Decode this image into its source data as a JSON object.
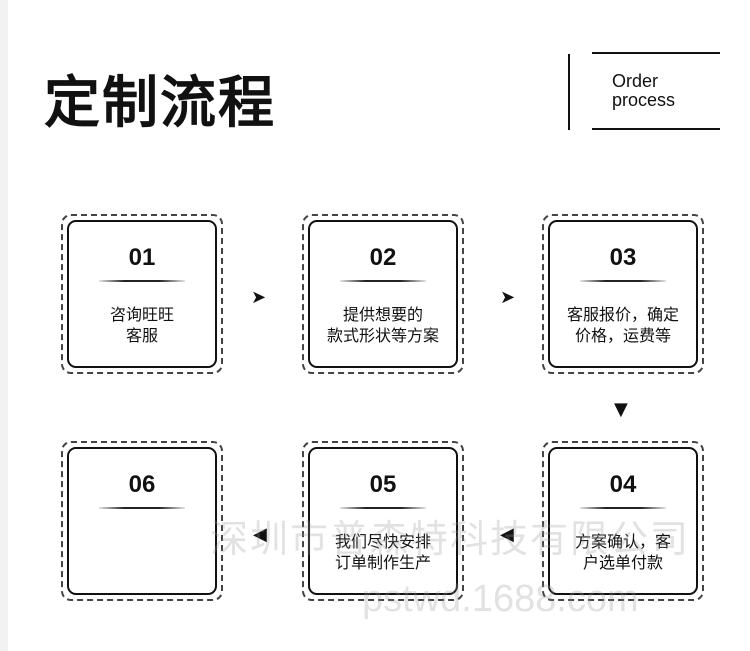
{
  "title": "定制流程",
  "subtitle": {
    "line1": "Order",
    "line2": "process"
  },
  "steps": [
    {
      "number": "01",
      "line1": "咨询旺旺",
      "line2": "客服"
    },
    {
      "number": "02",
      "line1": "提供想要的",
      "line2": "款式形状等方案"
    },
    {
      "number": "03",
      "line1": "客服报价，确定",
      "line2": "价格，运费等"
    },
    {
      "number": "04",
      "line1": "方案确认，客",
      "line2": "户选单付款"
    },
    {
      "number": "05",
      "line1": "我们尽快安排",
      "line2": "订单制作生产"
    },
    {
      "number": "06",
      "line1": "",
      "line2": ""
    }
  ],
  "arrows": {
    "right": "➤",
    "down": "▼",
    "left": "◀"
  },
  "watermark": {
    "company": "深圳市普森特科技有限公司",
    "site": "pstwd.1688.com"
  }
}
